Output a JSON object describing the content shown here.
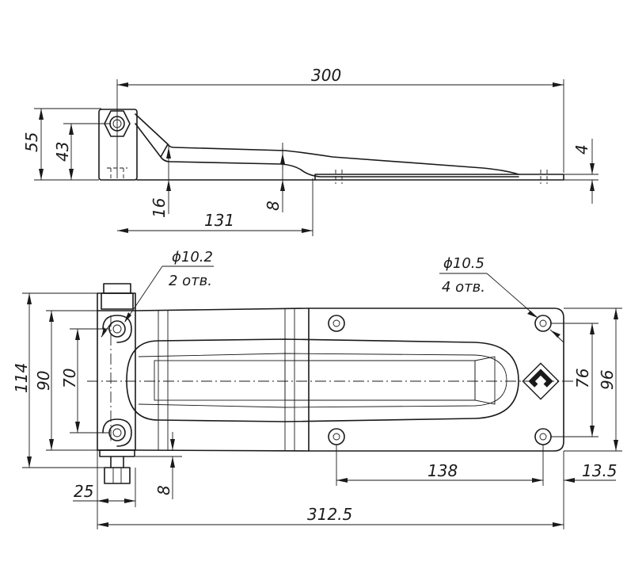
{
  "dimensions": {
    "top_overall_length": "300",
    "top_height_55": "55",
    "top_height_43": "43",
    "top_thickness": "4",
    "top_16": "16",
    "top_8": "8",
    "top_131": "131",
    "hole_small_diameter": "ϕ10.2",
    "hole_small_count": "2 отв.",
    "hole_large_diameter": "ϕ10.5",
    "hole_large_count": "4 отв.",
    "plan_114": "114",
    "plan_90": "90",
    "plan_70": "70",
    "plan_76": "76",
    "plan_96": "96",
    "plan_138": "138",
    "plan_13_5": "13.5",
    "plan_25": "25",
    "plan_8": "8",
    "plan_overall_length": "312.5"
  }
}
